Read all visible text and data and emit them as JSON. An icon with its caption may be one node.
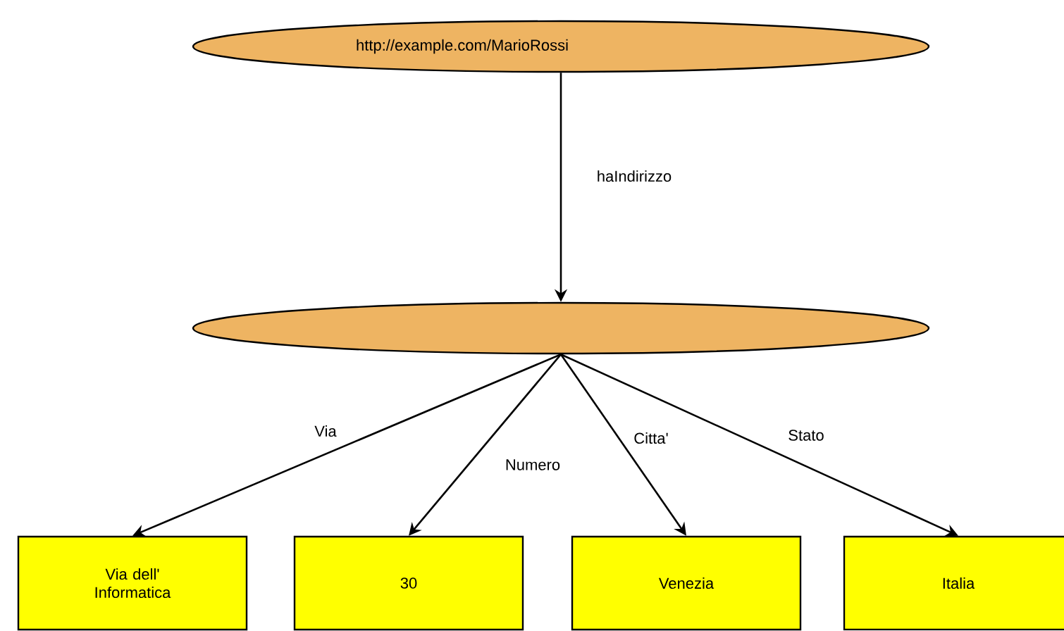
{
  "diagram": {
    "nodes": [
      {
        "text": [
          "http://example.com/MarioRossi"
        ]
      },
      {
        "text": [],
        "shape": "ellipse"
      },
      {
        "text": [
          "Via dell' Informatica"
        ]
      },
      {
        "text": [
          "30"
        ]
      },
      {
        "text": [
          "Venezia"
        ]
      },
      {
        "text": [
          "Italia"
        ]
      }
    ],
    "edges": [
      {
        "from": 0,
        "to": 1,
        "arrow": "to",
        "label": "haIndirizzo"
      },
      {
        "from": 1,
        "to": 2,
        "arrow": "to",
        "label": "Via"
      },
      {
        "from": 1,
        "to": 3,
        "arrow": "to",
        "label": "Numero"
      },
      {
        "from": 1,
        "to": 4,
        "arrow": "to",
        "label": "Citta'"
      },
      {
        "from": 1,
        "to": 5,
        "arrow": "to",
        "label": "Stato"
      }
    ]
  }
}
